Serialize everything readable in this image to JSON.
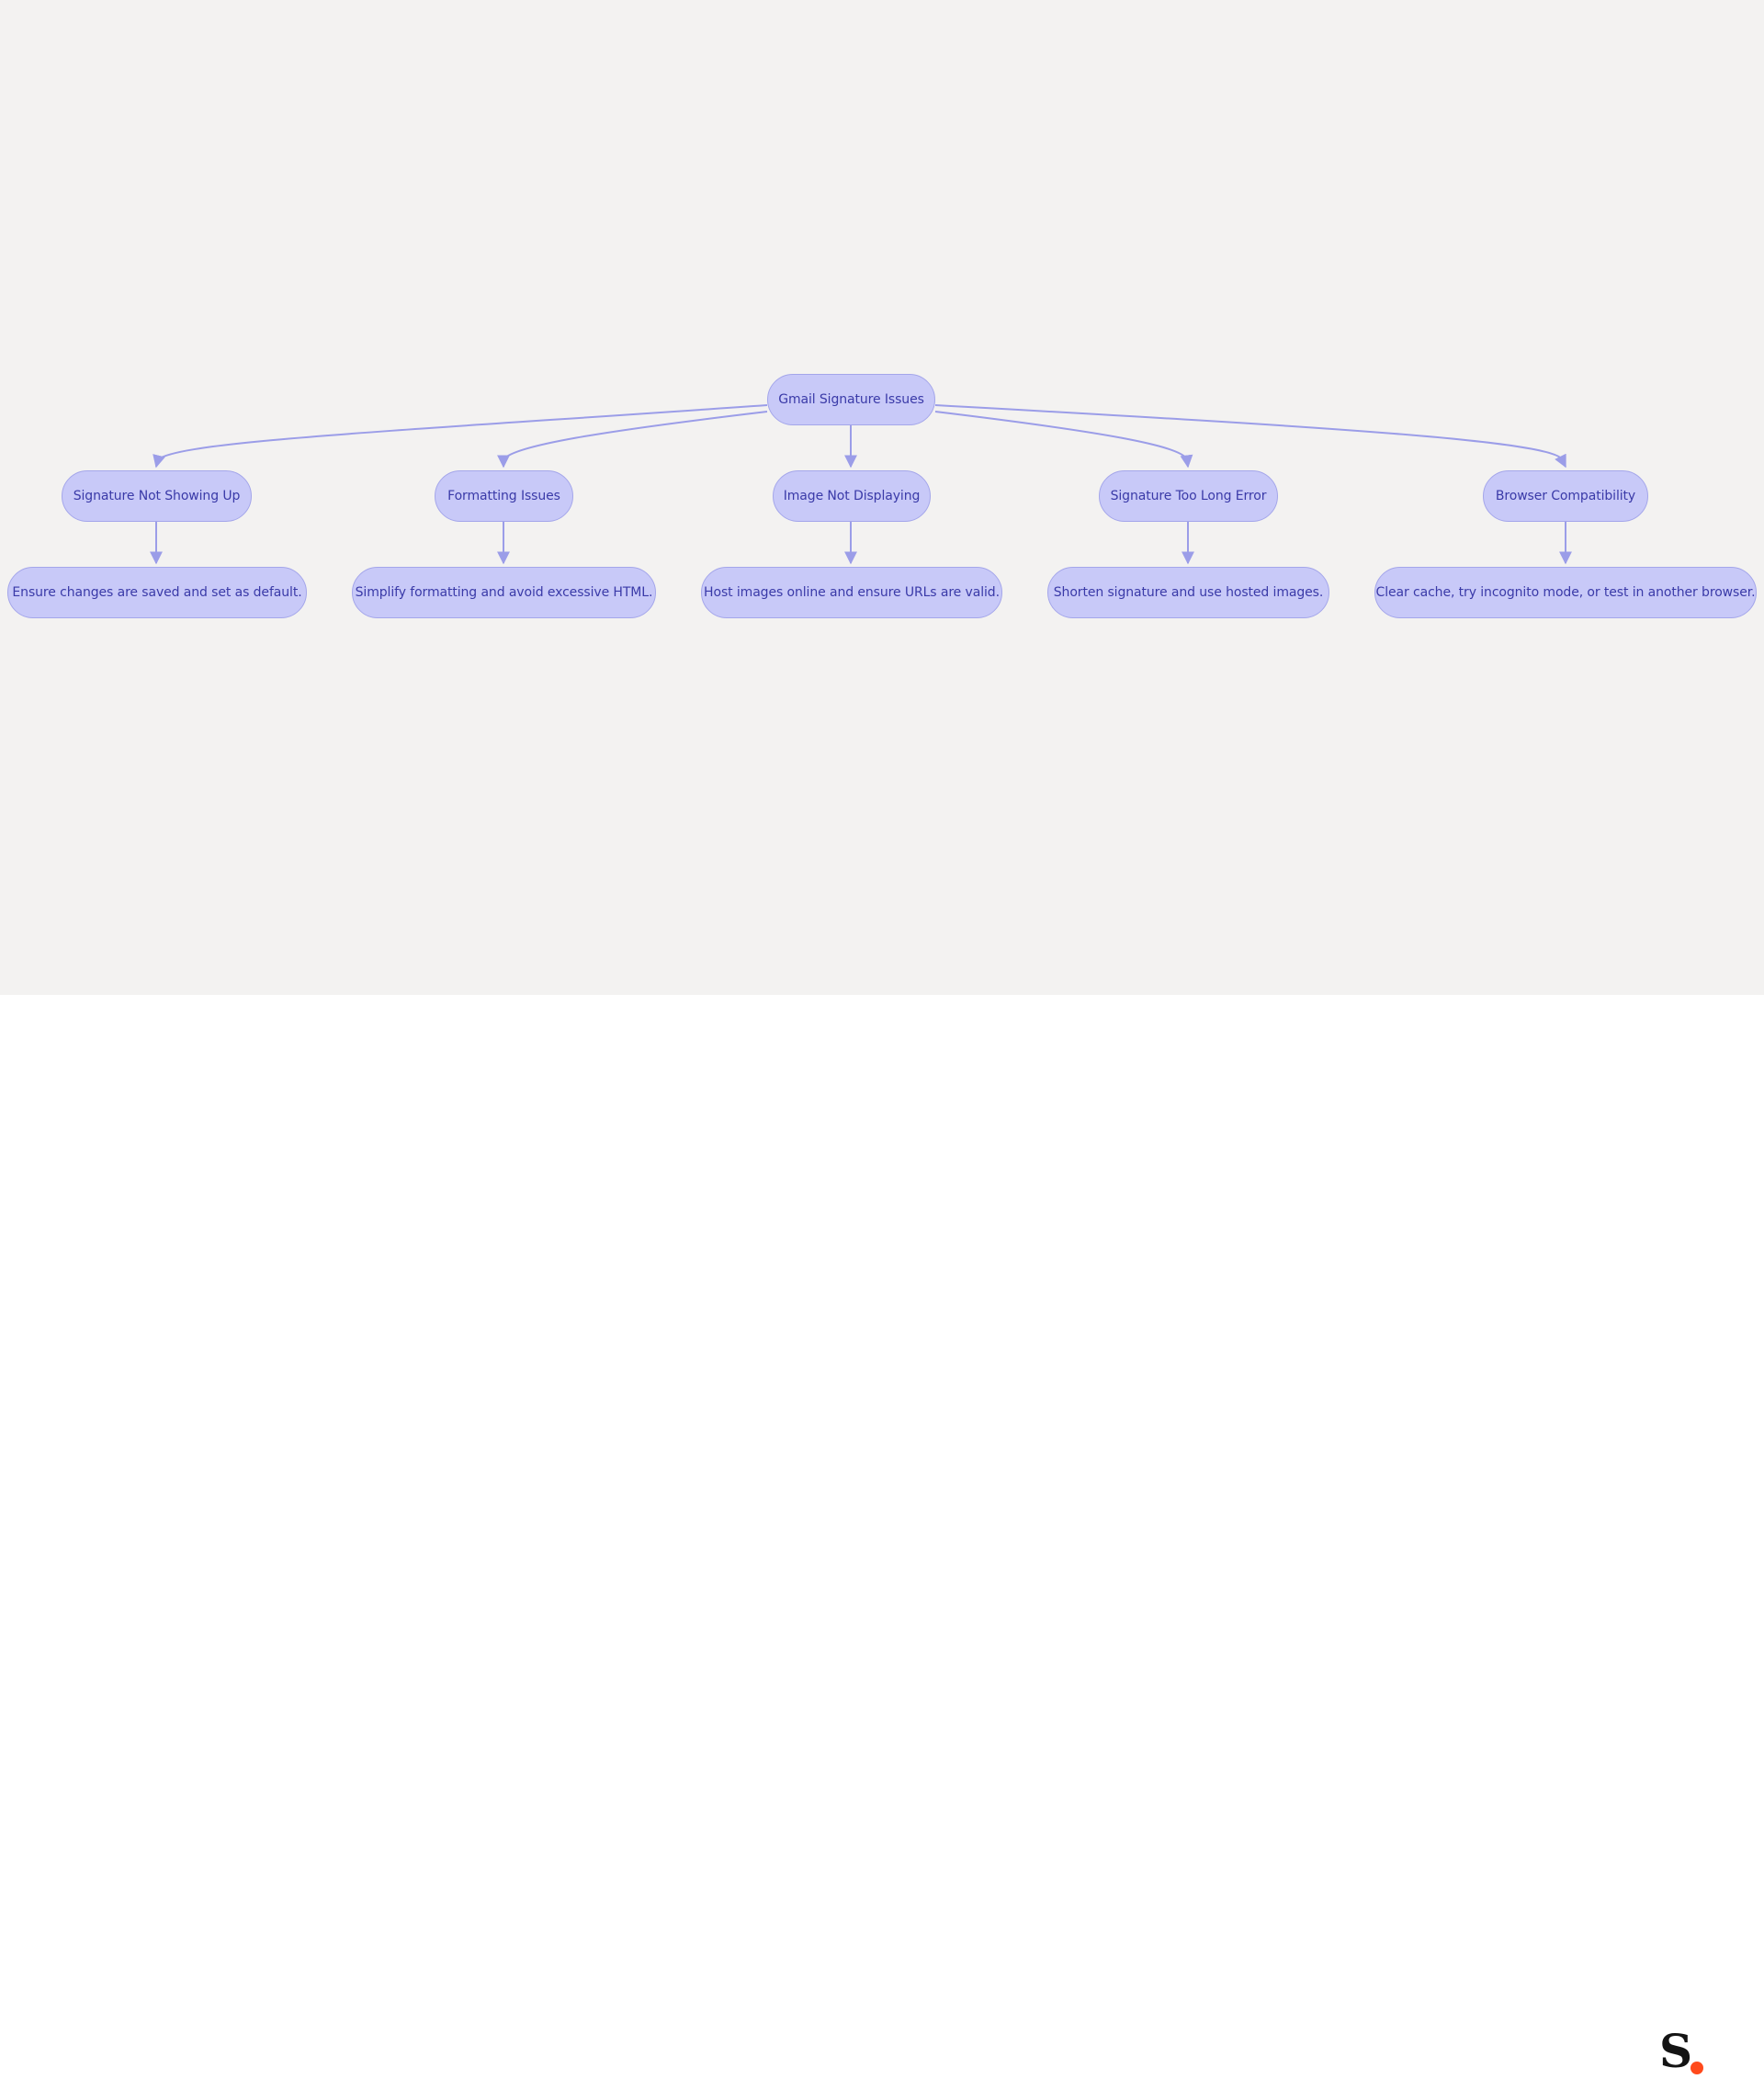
{
  "diagram": {
    "root": {
      "label": "Gmail Signature Issues"
    },
    "issues": [
      {
        "label": "Signature Not Showing Up",
        "solution": "Ensure changes are saved and set as default."
      },
      {
        "label": "Formatting Issues",
        "solution": "Simplify formatting and avoid excessive HTML."
      },
      {
        "label": "Image Not Displaying",
        "solution": "Host images online and ensure URLs are valid."
      },
      {
        "label": "Signature Too Long Error",
        "solution": "Shorten signature and use hosted images."
      },
      {
        "label": "Browser Compatibility",
        "solution": "Clear cache, try incognito mode, or test in another browser."
      }
    ],
    "colors": {
      "background": "#f3f2f1",
      "node_fill": "#c8c9f8",
      "node_border": "#a4a6ea",
      "node_text": "#3a3aa8",
      "edge": "#9b9de8"
    }
  },
  "footer": {
    "logo_icon": "s-dot-logo",
    "logo_dot_color": "#ff4a1c"
  }
}
